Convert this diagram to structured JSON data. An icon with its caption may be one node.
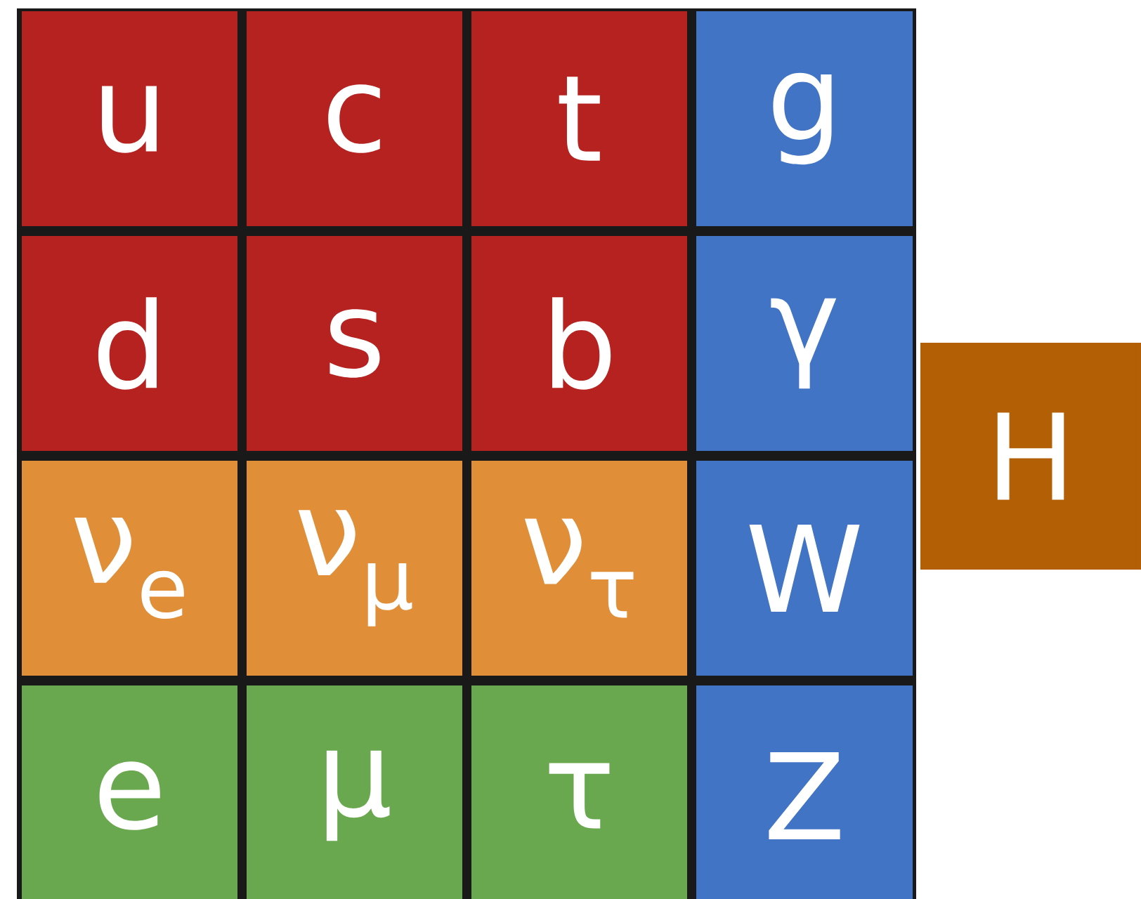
{
  "diagram": {
    "nodes": [
      {
        "text": [
          "u"
        ]
      },
      {
        "text": [
          "c"
        ]
      },
      {
        "text": [
          "t"
        ]
      },
      {
        "text": [
          "g"
        ]
      },
      {
        "text": [
          "d"
        ]
      },
      {
        "text": [
          "s"
        ]
      },
      {
        "text": [
          "b"
        ]
      },
      {
        "text": [
          "γ"
        ]
      },
      {
        "text": [
          "ν$_{e}$"
        ]
      },
      {
        "text": [
          "ν$_{μ}$"
        ]
      },
      {
        "text": [
          "ν$_{τ}$"
        ]
      },
      {
        "text": [
          "W"
        ]
      },
      {
        "text": [
          "e"
        ]
      },
      {
        "text": [
          "μ"
        ]
      },
      {
        "text": [
          "τ"
        ]
      },
      {
        "text": [
          "Z"
        ]
      },
      {
        "text": [
          "H"
        ]
      }
    ]
  }
}
